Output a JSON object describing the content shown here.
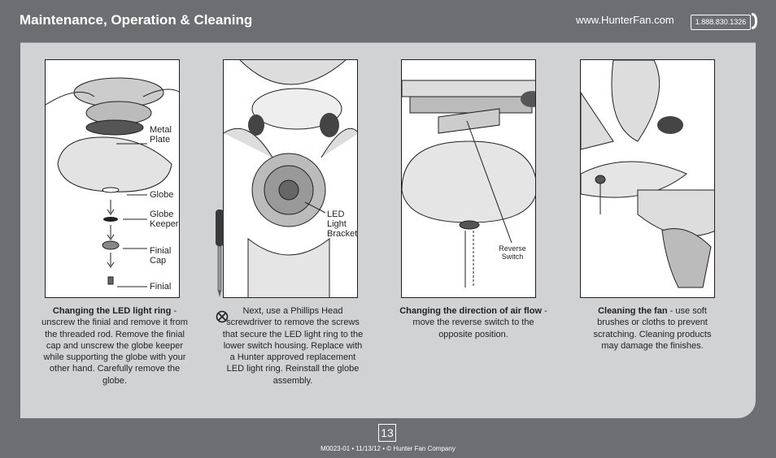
{
  "header": {
    "title": "Maintenance, Operation & Cleaning",
    "website": "www.HunterFan.com",
    "phone": "1.888.830.1326"
  },
  "steps": [
    {
      "heading": "Changing the LED light ring",
      "body": " - unscrew the finial and remove it from the threaded rod. Remove the finial cap and unscrew the globe keeper while supporting the globe with your other hand. Carefully remove the globe.",
      "labels": {
        "metal_plate": "Metal Plate",
        "globe": "Globe",
        "globe_keeper": "Globe Keeper",
        "finial_cap": "Finial Cap",
        "finial": "Finial"
      }
    },
    {
      "heading": "",
      "body": "Next, use a Phillips Head screwdriver to remove the screws that secure the LED light ring to the lower switch housing. Replace with a Hunter approved replacement LED light ring. Reinstall the globe assembly.",
      "labels": {
        "led_light_bracket": "LED Light Bracket"
      }
    },
    {
      "heading": "Changing the direction of air flow",
      "body": " - move the reverse switch to the opposite position.",
      "labels": {
        "reverse_switch": "Reverse Switch"
      }
    },
    {
      "heading": "Cleaning the fan",
      "body": " - use soft brushes or cloths to prevent scratching. Cleaning products may damage the finishes.",
      "labels": {}
    }
  ],
  "page_number": "13",
  "footer": "M0023-01 • 11/13/12 • © Hunter Fan Company"
}
